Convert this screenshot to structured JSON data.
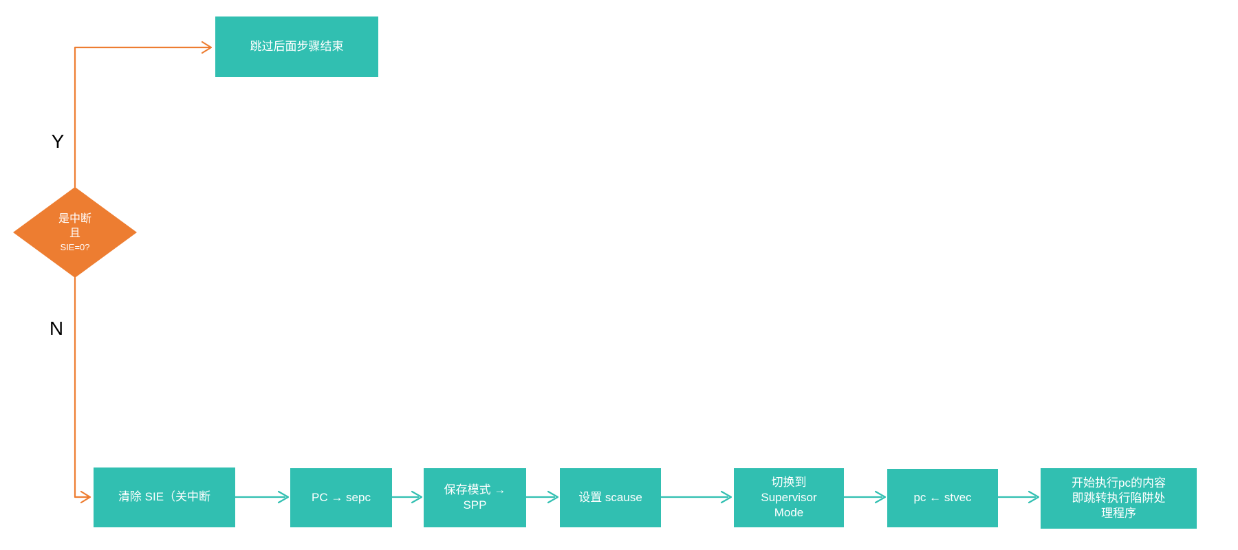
{
  "colors": {
    "node_teal": "#31bfb1",
    "decision_orange": "#ed7d31",
    "node_text": "#ffffff",
    "branch_label_text": "#000000"
  },
  "decision": {
    "lines": [
      "是中断",
      "且",
      "SIE=0?"
    ]
  },
  "branch_labels": {
    "yes": "Y",
    "no": "N"
  },
  "nodes": {
    "skip": "跳过后面步骤结束",
    "step1": "清除 SIE（关中断",
    "step2": "PC → sepc",
    "step3": "保存模式 →\nSPP",
    "step4": "设置 scause",
    "step5": "切换到\nSupervisor\nMode",
    "step6": "pc ← stvec",
    "step7": "开始执行pc的内容\n即跳转执行陷阱处\n理程序"
  },
  "flow": {
    "edges": [
      {
        "from": "decision",
        "to": "skip",
        "label": "Y"
      },
      {
        "from": "decision",
        "to": "step1",
        "label": "N"
      },
      {
        "from": "step1",
        "to": "step2",
        "label": ""
      },
      {
        "from": "step2",
        "to": "step3",
        "label": ""
      },
      {
        "from": "step3",
        "to": "step4",
        "label": ""
      },
      {
        "from": "step4",
        "to": "step5",
        "label": ""
      },
      {
        "from": "step5",
        "to": "step6",
        "label": ""
      },
      {
        "from": "step6",
        "to": "step7",
        "label": ""
      }
    ]
  }
}
